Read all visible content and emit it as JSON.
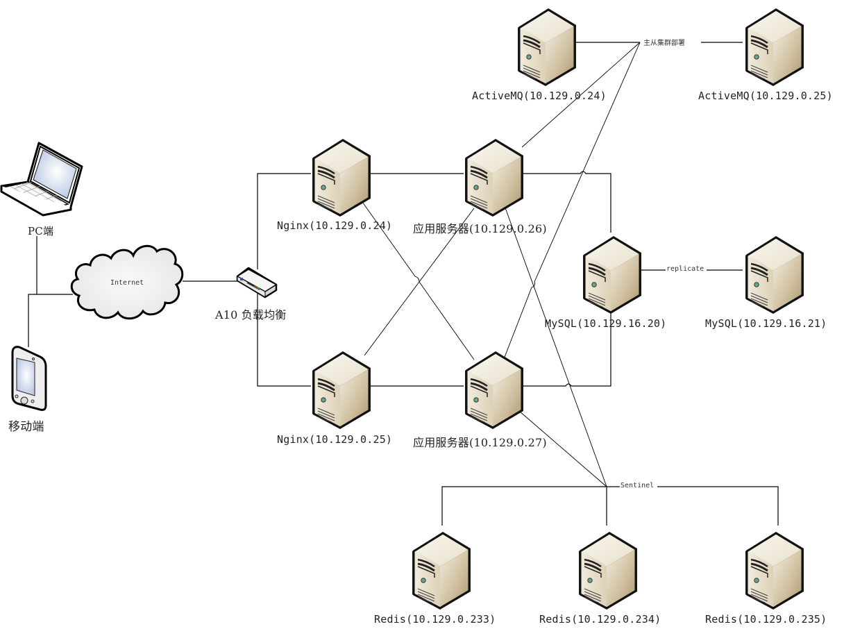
{
  "diagram": {
    "clients": {
      "pc": {
        "label": "PC端",
        "icon": "laptop-icon"
      },
      "mobile": {
        "label": "移动端",
        "icon": "mobile-device-icon"
      }
    },
    "internet": {
      "label": "Internet",
      "icon": "cloud-icon"
    },
    "load_balancer": {
      "label": "A10 负载均衡",
      "icon": "load-balancer-icon"
    },
    "nginx": [
      {
        "label": "Nginx(10.129.0.24)",
        "icon": "server-icon"
      },
      {
        "label": "Nginx(10.129.0.25)",
        "icon": "server-icon"
      }
    ],
    "app_servers": [
      {
        "label": "应用服务器(10.129.0.26)",
        "icon": "server-icon"
      },
      {
        "label": "应用服务器(10.129.0.27)",
        "icon": "server-icon"
      }
    ],
    "activemq": {
      "edge_label": "主从集群部署",
      "nodes": [
        {
          "label": "ActiveMQ(10.129.0.24)",
          "icon": "server-icon"
        },
        {
          "label": "ActiveMQ(10.129.0.25)",
          "icon": "server-icon"
        }
      ]
    },
    "mysql": {
      "edge_label": "replicate",
      "nodes": [
        {
          "label": "MySQL(10.129.16.20)",
          "icon": "server-icon"
        },
        {
          "label": "MySQL(10.129.16.21)",
          "icon": "server-icon"
        }
      ]
    },
    "redis": {
      "edge_label": "Sentinel",
      "nodes": [
        {
          "label": "Redis(10.129.0.233)",
          "icon": "server-icon"
        },
        {
          "label": "Redis(10.129.0.234)",
          "icon": "server-icon"
        },
        {
          "label": "Redis(10.129.0.235)",
          "icon": "server-icon"
        }
      ]
    }
  },
  "colors": {
    "line": "#000000",
    "server_front": "#e9e1cf",
    "server_side": "#c9b896",
    "server_top": "#f4efe4",
    "led": "#6aa88e"
  }
}
